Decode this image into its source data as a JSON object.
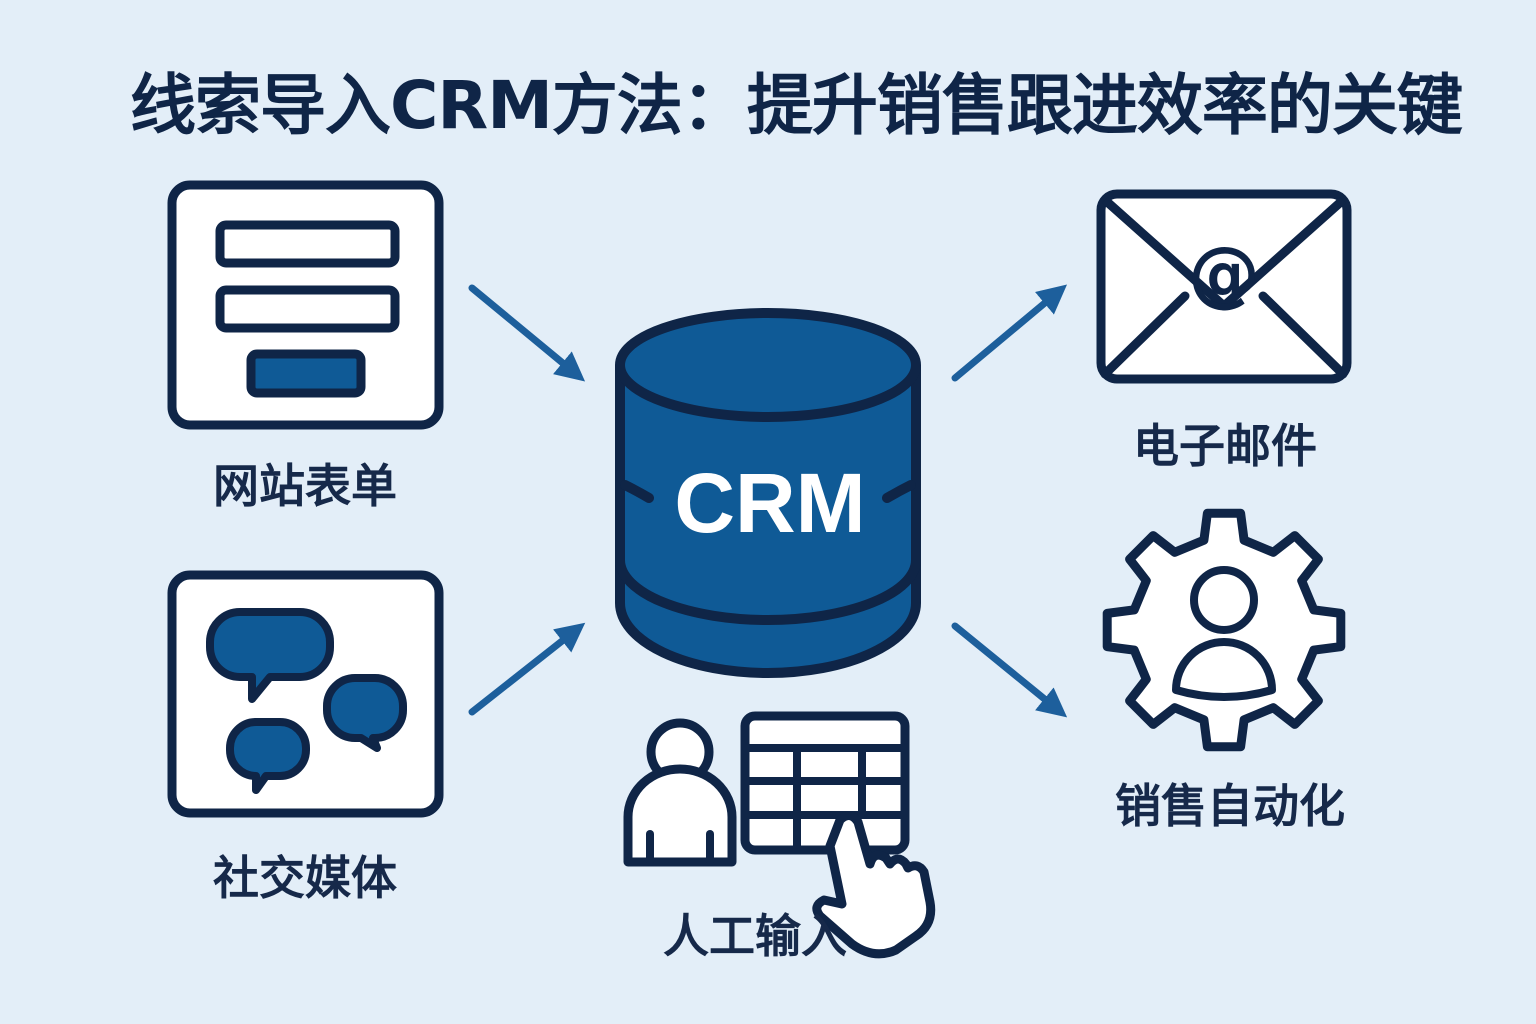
{
  "title": "线索导入CRM方法：提升销售跟进效率的关键",
  "center": {
    "label": "CRM",
    "icon": "database-icon"
  },
  "sources": [
    {
      "id": "web-form",
      "label": "网站表单",
      "icon": "form-icon"
    },
    {
      "id": "social-media",
      "label": "社交媒体",
      "icon": "chat-bubbles-icon"
    },
    {
      "id": "manual-input",
      "label": "人工输入",
      "icon": "person-table-pointer-icon"
    }
  ],
  "outputs": [
    {
      "id": "email",
      "label": "电子邮件",
      "icon": "envelope-at-icon"
    },
    {
      "id": "sales-automation",
      "label": "销售自动化",
      "icon": "gear-person-icon"
    }
  ],
  "colors": {
    "background": "#e3eef8",
    "outline": "#0f2547",
    "accent": "#0f5a96",
    "arrow": "#1d5f9c",
    "white": "#ffffff"
  }
}
